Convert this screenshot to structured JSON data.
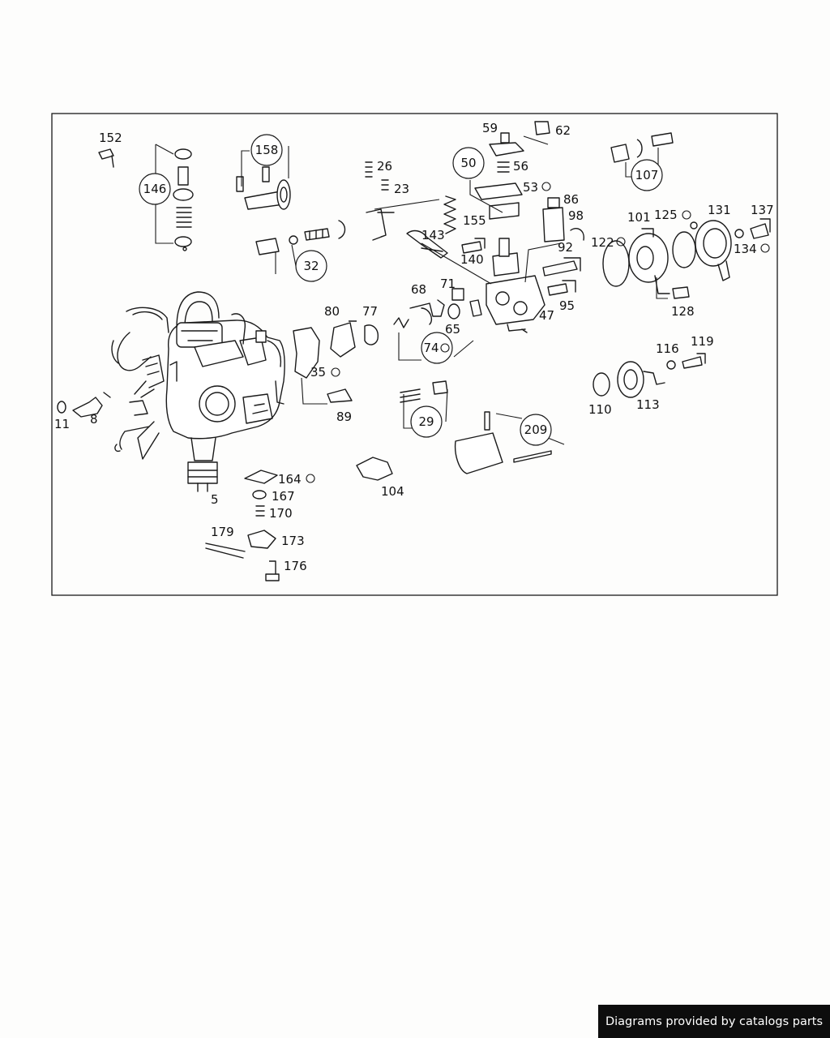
{
  "diagram": {
    "title": "",
    "callouts": [
      {
        "id": "c152",
        "label": "152",
        "circled": false,
        "marker": false
      },
      {
        "id": "c146",
        "label": "146",
        "circled": true,
        "marker": false
      },
      {
        "id": "c158",
        "label": "158",
        "circled": true,
        "marker": false
      },
      {
        "id": "c32",
        "label": "32",
        "circled": true,
        "marker": false
      },
      {
        "id": "c26",
        "label": "26",
        "circled": false,
        "marker": false
      },
      {
        "id": "c23",
        "label": "23",
        "circled": false,
        "marker": false
      },
      {
        "id": "c59",
        "label": "59",
        "circled": false,
        "marker": false
      },
      {
        "id": "c62",
        "label": "62",
        "circled": false,
        "marker": false
      },
      {
        "id": "c50",
        "label": "50",
        "circled": true,
        "marker": false
      },
      {
        "id": "c56",
        "label": "56",
        "circled": false,
        "marker": false
      },
      {
        "id": "c53",
        "label": "53",
        "circled": false,
        "marker": true
      },
      {
        "id": "c86",
        "label": "86",
        "circled": false,
        "marker": false
      },
      {
        "id": "c98",
        "label": "98",
        "circled": false,
        "marker": false
      },
      {
        "id": "c107",
        "label": "107",
        "circled": true,
        "marker": false
      },
      {
        "id": "c101",
        "label": "101",
        "circled": false,
        "marker": false
      },
      {
        "id": "c125",
        "label": "125",
        "circled": false,
        "marker": true
      },
      {
        "id": "c131",
        "label": "131",
        "circled": false,
        "marker": false
      },
      {
        "id": "c137",
        "label": "137",
        "circled": false,
        "marker": false
      },
      {
        "id": "c122",
        "label": "122",
        "circled": false,
        "marker": true
      },
      {
        "id": "c134",
        "label": "134",
        "circled": false,
        "marker": true
      },
      {
        "id": "c155",
        "label": "155",
        "circled": false,
        "marker": false
      },
      {
        "id": "c143",
        "label": "143",
        "circled": false,
        "marker": false
      },
      {
        "id": "c140",
        "label": "140",
        "circled": false,
        "marker": false
      },
      {
        "id": "c92",
        "label": "92",
        "circled": false,
        "marker": false
      },
      {
        "id": "c95",
        "label": "95",
        "circled": false,
        "marker": false
      },
      {
        "id": "c47",
        "label": "47",
        "circled": false,
        "marker": false
      },
      {
        "id": "c128",
        "label": "128",
        "circled": false,
        "marker": false
      },
      {
        "id": "c68",
        "label": "68",
        "circled": false,
        "marker": false
      },
      {
        "id": "c71",
        "label": "71",
        "circled": false,
        "marker": false
      },
      {
        "id": "c65",
        "label": "65",
        "circled": false,
        "marker": false
      },
      {
        "id": "c80",
        "label": "80",
        "circled": false,
        "marker": false
      },
      {
        "id": "c77",
        "label": "77",
        "circled": false,
        "marker": false
      },
      {
        "id": "c74",
        "label": "74",
        "circled": true,
        "marker": true
      },
      {
        "id": "c35",
        "label": "35",
        "circled": false,
        "marker": true
      },
      {
        "id": "c89",
        "label": "89",
        "circled": false,
        "marker": false
      },
      {
        "id": "c29",
        "label": "29",
        "circled": true,
        "marker": false
      },
      {
        "id": "c209",
        "label": "209",
        "circled": true,
        "marker": false
      },
      {
        "id": "c116",
        "label": "116",
        "circled": false,
        "marker": false
      },
      {
        "id": "c119",
        "label": "119",
        "circled": false,
        "marker": false
      },
      {
        "id": "c110",
        "label": "110",
        "circled": false,
        "marker": false
      },
      {
        "id": "c113",
        "label": "113",
        "circled": false,
        "marker": false
      },
      {
        "id": "c11",
        "label": "11",
        "circled": false,
        "marker": false
      },
      {
        "id": "c8",
        "label": "8",
        "circled": false,
        "marker": false
      },
      {
        "id": "c5",
        "label": "5",
        "circled": false,
        "marker": false
      },
      {
        "id": "c164",
        "label": "164",
        "circled": false,
        "marker": true
      },
      {
        "id": "c167",
        "label": "167",
        "circled": false,
        "marker": false
      },
      {
        "id": "c170",
        "label": "170",
        "circled": false,
        "marker": false
      },
      {
        "id": "c104",
        "label": "104",
        "circled": false,
        "marker": false
      },
      {
        "id": "c179",
        "label": "179",
        "circled": false,
        "marker": false
      },
      {
        "id": "c173",
        "label": "173",
        "circled": false,
        "marker": false
      },
      {
        "id": "c176",
        "label": "176",
        "circled": false,
        "marker": false
      }
    ]
  },
  "footer": {
    "credit": "Diagrams provided by catalogs parts"
  }
}
